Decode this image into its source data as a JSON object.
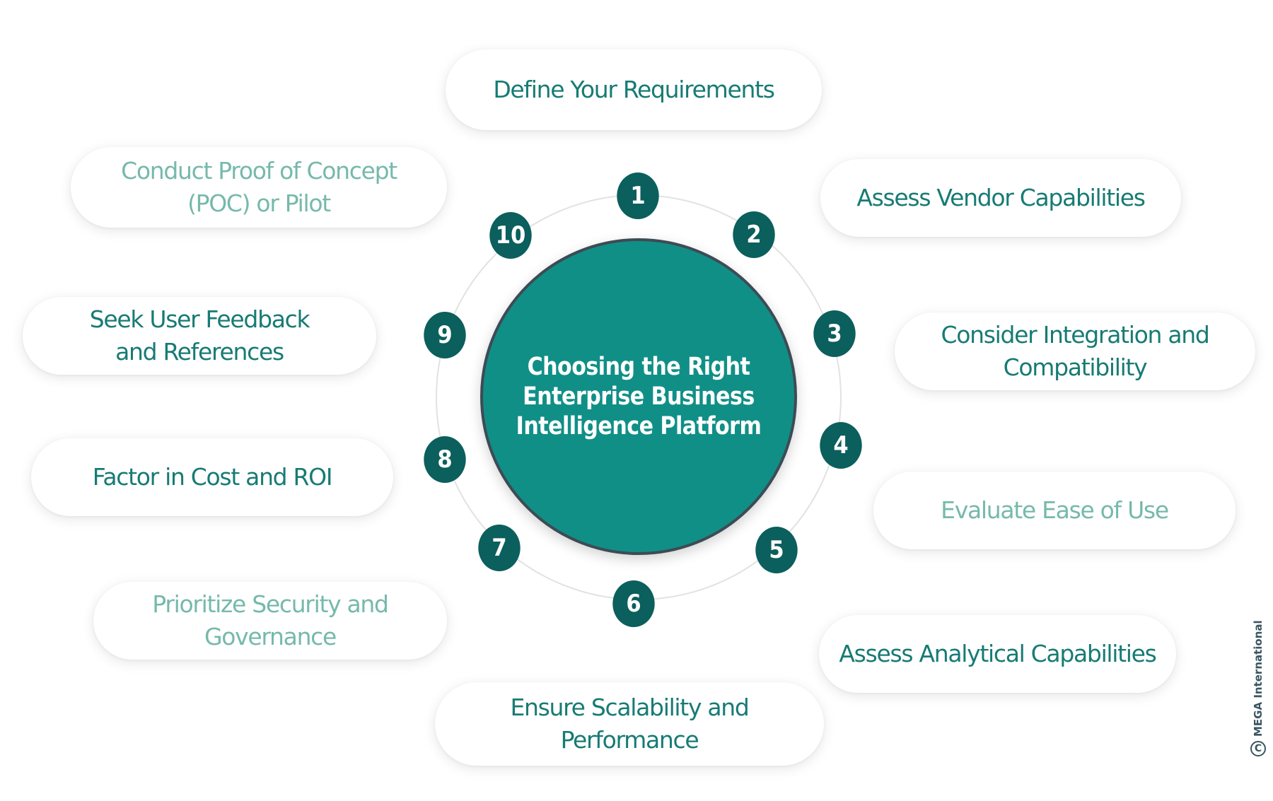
{
  "center": {
    "title_line1": "Choosing the Right",
    "title_line2": "Enterprise Business",
    "title_line3": "Intelligence Platform"
  },
  "steps": [
    {
      "number": "1",
      "label": "Define Your Requirements",
      "tone": "dark"
    },
    {
      "number": "2",
      "label": "Assess Vendor Capabilities",
      "tone": "dark"
    },
    {
      "number": "3",
      "label": "Consider Integration and Compatibility",
      "tone": "dark"
    },
    {
      "number": "4",
      "label": "Evaluate Ease of Use",
      "tone": "light"
    },
    {
      "number": "5",
      "label": "Assess Analytical Capabilities",
      "tone": "dark"
    },
    {
      "number": "6",
      "label": "Ensure Scalability and Performance",
      "tone": "dark"
    },
    {
      "number": "7",
      "label": "Prioritize Security and Governance",
      "tone": "light"
    },
    {
      "number": "8",
      "label": "Factor in Cost and ROI",
      "tone": "dark"
    },
    {
      "number": "9",
      "label": "Seek User Feedback and References",
      "tone": "dark"
    },
    {
      "number": "10",
      "label": "Conduct Proof of Concept (POC) or Pilot",
      "tone": "light"
    }
  ],
  "copyright": {
    "symbol": "C",
    "text": "MEGA International"
  },
  "colors": {
    "center_fill": "#108f87",
    "badge_fill": "#0b5f5d",
    "dark_text": "#177b74",
    "light_text": "#76b9ab"
  }
}
